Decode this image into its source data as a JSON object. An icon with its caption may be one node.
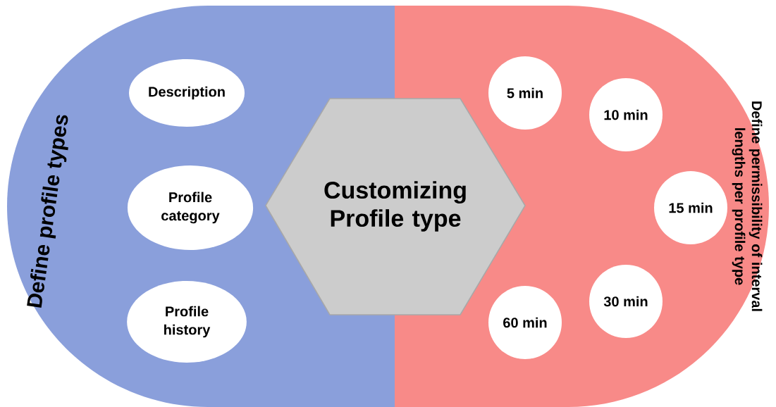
{
  "diagram": {
    "nodes": [
      {
        "text": [
          "Define profile types"
        ]
      },
      {
        "text": [
          "Description"
        ],
        "in": 0
      },
      {
        "text": [
          "Profile category"
        ],
        "in": 0
      },
      {
        "text": [
          "Profile history"
        ],
        "in": 0
      },
      {
        "text": [
          "Customizing Profile type"
        ]
      },
      {
        "text": [
          "Define permissibility of interval lengths per profile type"
        ]
      },
      {
        "text": [
          "5 min"
        ],
        "in": 5
      },
      {
        "text": [
          "10 min"
        ],
        "in": 5
      },
      {
        "text": [
          "15 min"
        ],
        "in": 5
      },
      {
        "text": [
          "30 min"
        ],
        "in": 5
      },
      {
        "text": [
          "60 min"
        ],
        "in": 5
      }
    ]
  }
}
